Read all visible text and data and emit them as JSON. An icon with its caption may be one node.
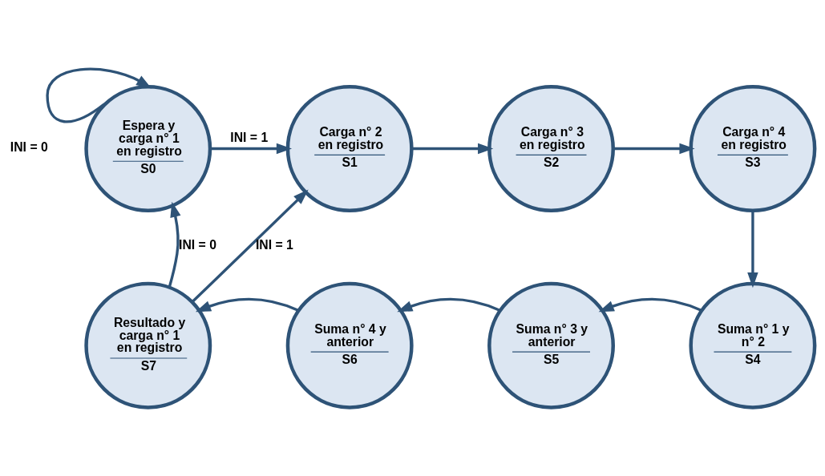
{
  "diagram": {
    "nodes": [
      {
        "text": [
          "Espera y carga n° 1 en registro",
          "S0"
        ]
      },
      {
        "text": [
          "Carga n° 2 en registro",
          "S1"
        ]
      },
      {
        "text": [
          "Carga n° 3 en registro",
          "S2"
        ]
      },
      {
        "text": [
          "Carga n° 4 en registro",
          "S3"
        ]
      },
      {
        "text": [
          "Suma n° 1 y n° 2",
          "S4"
        ]
      },
      {
        "text": [
          "Suma n° 3 y anterior",
          "S5"
        ]
      },
      {
        "text": [
          "Suma n° 4 y anterior",
          "S6"
        ]
      },
      {
        "text": [
          "Resultado y carga n° 1 en registro",
          "S7"
        ]
      }
    ],
    "edges": [
      {
        "from": 0,
        "to": 0,
        "arrow": "to",
        "label": "INI = 0"
      },
      {
        "from": 0,
        "to": 1,
        "arrow": "to",
        "label": "INI = 1"
      },
      {
        "from": 1,
        "to": 2,
        "arrow": "to"
      },
      {
        "from": 2,
        "to": 3,
        "arrow": "to"
      },
      {
        "from": 3,
        "to": 4,
        "arrow": "to"
      },
      {
        "from": 4,
        "to": 5,
        "arrow": "to"
      },
      {
        "from": 5,
        "to": 6,
        "arrow": "to"
      },
      {
        "from": 6,
        "to": 7,
        "arrow": "to"
      },
      {
        "from": 7,
        "to": 0,
        "arrow": "to",
        "label": "INI = 0"
      },
      {
        "from": 7,
        "to": 1,
        "arrow": "to",
        "label": "INI = 1"
      }
    ]
  }
}
